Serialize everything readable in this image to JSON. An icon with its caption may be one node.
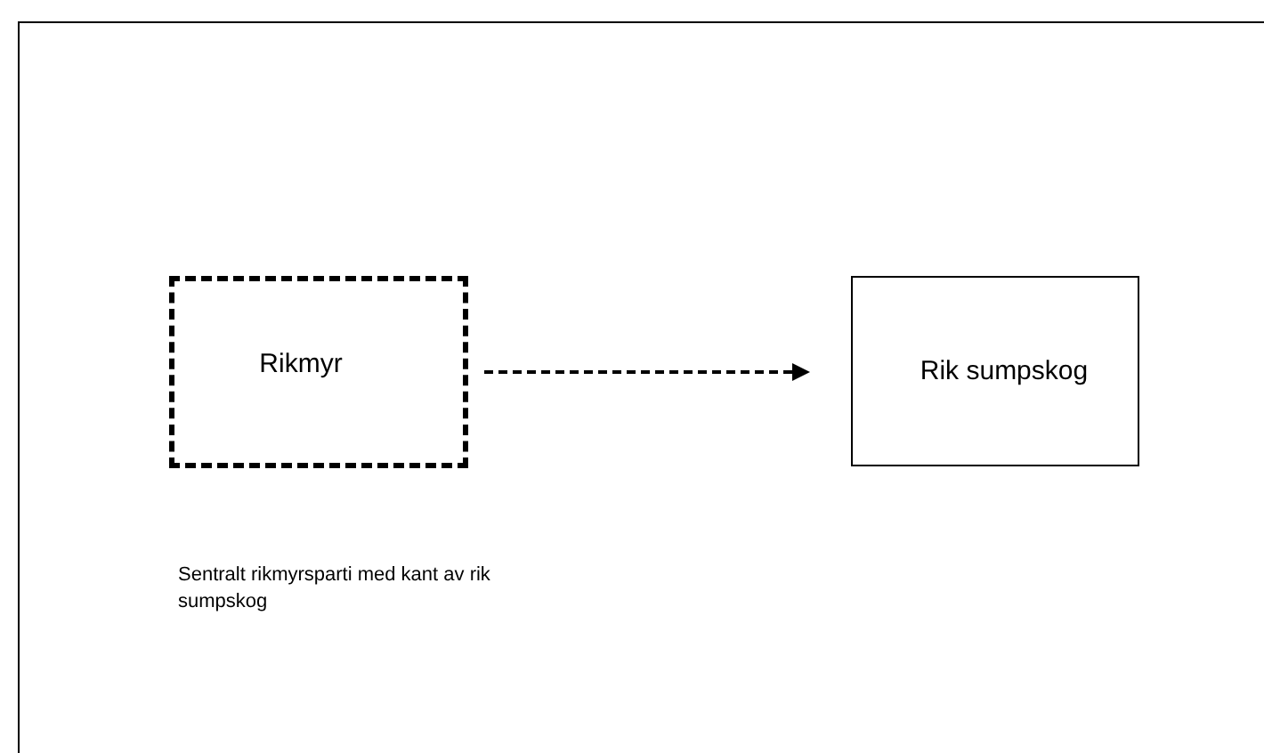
{
  "diagram": {
    "nodes": [
      {
        "text": [
          "Rikmyr"
        ]
      },
      {
        "text": [
          "Rik sumpskog"
        ]
      }
    ],
    "edges": [
      {
        "from": 0,
        "to": 1,
        "arrow": "to",
        "style": "dashed"
      }
    ],
    "labels": [
      "Sentralt rikmyrsparti med kant av rik sumpskog"
    ]
  }
}
